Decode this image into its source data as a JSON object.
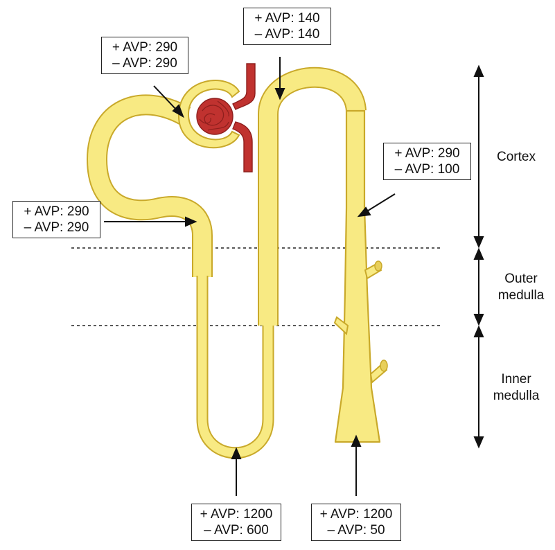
{
  "annotations": {
    "glomerulus": {
      "plus": "+ AVP: 290",
      "minus": "– AVP: 290"
    },
    "proximal_tubule": {
      "plus": "+ AVP: 290",
      "minus": "– AVP: 290"
    },
    "distal_tubule": {
      "plus": "+ AVP: 140",
      "minus": "– AVP: 140"
    },
    "cortical_collecting_duct": {
      "plus": "+ AVP: 290",
      "minus": "– AVP: 100"
    },
    "loop_tip": {
      "plus": "+ AVP: 1200",
      "minus": "– AVP: 600"
    },
    "papillary_duct": {
      "plus": "+ AVP: 1200",
      "minus": "– AVP: 50"
    }
  },
  "zones": {
    "cortex": [
      "Cortex"
    ],
    "outer_medulla": [
      "Outer",
      "medulla"
    ],
    "inner_medulla": [
      "Inner",
      "medulla"
    ]
  },
  "colors": {
    "tubule_fill": "#f8ea83",
    "tubule_outline": "#c9a92a",
    "vessel": "#c0322f",
    "vessel_dark": "#8e1f1d"
  }
}
